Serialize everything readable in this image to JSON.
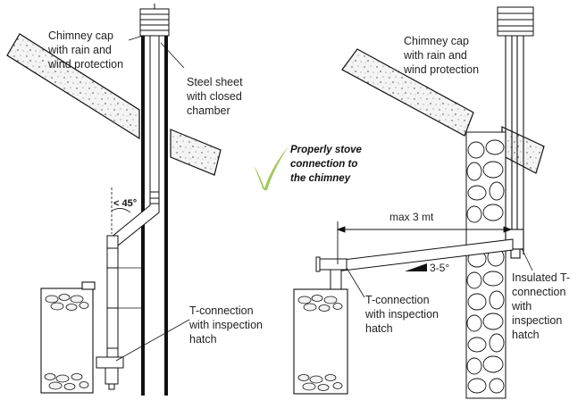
{
  "left_diagram": {
    "cap_label": [
      "Chimney cap",
      "with rain and",
      "wind protection"
    ],
    "steel_label": [
      "Steel sheet",
      "with closed",
      "chamber"
    ],
    "angle_label": "< 45°",
    "tconn_label": [
      "T-connection",
      "with inspection",
      "hatch"
    ]
  },
  "right_diagram": {
    "cap_label": [
      "Chimney cap",
      "with rain and",
      "wind protection"
    ],
    "note": [
      "Properly stove",
      "connection to",
      "the chimney"
    ],
    "max_label": "max 3 mt",
    "slope_label": "3-5°",
    "tconn_label": [
      "T-connection",
      "with inspection",
      "hatch"
    ],
    "ins_tconn_label": [
      "Insulated T-",
      "connection",
      "with",
      "inspection",
      "hatch"
    ]
  },
  "colors": {
    "line": "#111111",
    "check_mark": "#8fbf3f",
    "concrete_fill": "#f4f4f4"
  },
  "icons": [
    "check-icon"
  ]
}
